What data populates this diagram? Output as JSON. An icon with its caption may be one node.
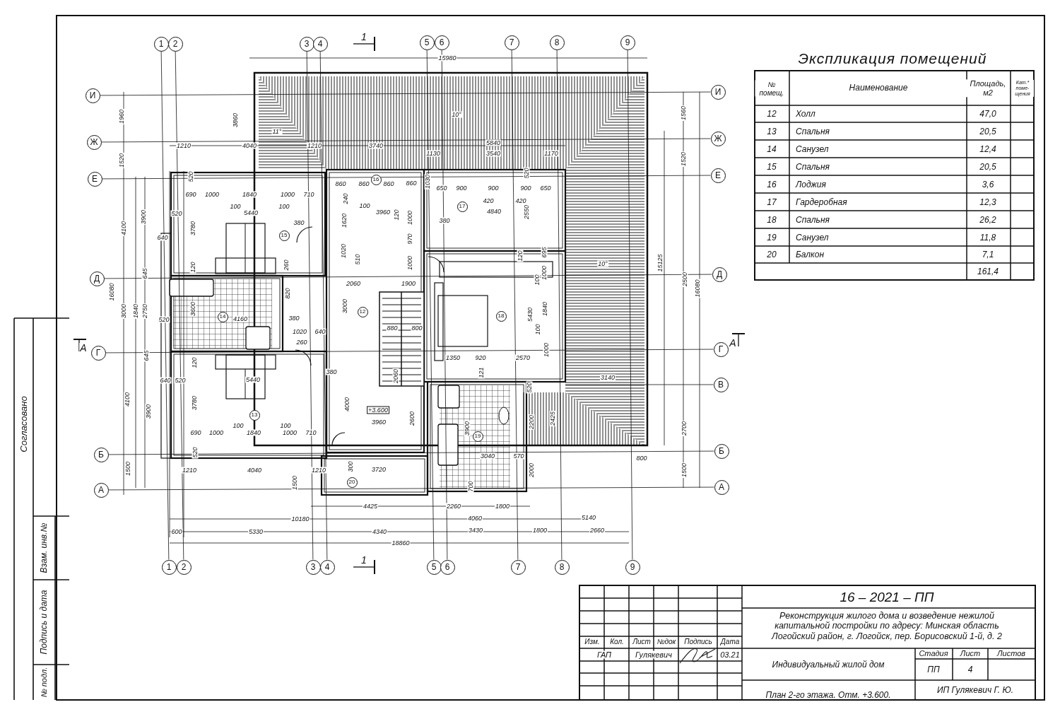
{
  "diagram": {
    "nodes": [
      {
        "text": [
          "1"
        ]
      },
      {
        "text": [
          "2"
        ]
      },
      {
        "text": [
          "3"
        ]
      },
      {
        "text": [
          "4"
        ]
      },
      {
        "text": [
          "5"
        ]
      },
      {
        "text": [
          "6"
        ]
      },
      {
        "text": [
          "7"
        ]
      },
      {
        "text": [
          "8"
        ]
      },
      {
        "text": [
          "9"
        ]
      },
      {
        "text": [
          "1"
        ]
      },
      {
        "text": [
          "2"
        ]
      },
      {
        "text": [
          "3"
        ]
      },
      {
        "text": [
          "4"
        ]
      },
      {
        "text": [
          "5"
        ]
      },
      {
        "text": [
          "6"
        ]
      },
      {
        "text": [
          "7"
        ]
      },
      {
        "text": [
          "8"
        ]
      },
      {
        "text": [
          "9"
        ]
      },
      {
        "text": [
          "И"
        ]
      },
      {
        "text": [
          "Ж"
        ]
      },
      {
        "text": [
          "Е"
        ]
      },
      {
        "text": [
          "Д"
        ]
      },
      {
        "text": [
          "Г"
        ]
      },
      {
        "text": [
          "Б"
        ]
      },
      {
        "text": [
          "А"
        ]
      },
      {
        "text": [
          "И"
        ]
      },
      {
        "text": [
          "Ж"
        ]
      },
      {
        "text": [
          "Е"
        ]
      },
      {
        "text": [
          "Д"
        ]
      },
      {
        "text": [
          "Г"
        ]
      },
      {
        "text": [
          "В"
        ]
      },
      {
        "text": [
          "Б"
        ]
      },
      {
        "text": [
          "А"
        ]
      },
      {
        "text": [
          "16"
        ]
      },
      {
        "text": [
          "17"
        ]
      },
      {
        "text": [
          "15"
        ]
      },
      {
        "text": [
          "12"
        ]
      },
      {
        "text": [
          "18"
        ]
      },
      {
        "text": [
          "14"
        ]
      },
      {
        "text": [
          "13"
        ]
      },
      {
        "text": [
          "19"
        ]
      },
      {
        "text": [
          "20"
        ]
      }
    ],
    "edges": [
      {
        "from": 0,
        "to": 9,
        "arrow": "none"
      },
      {
        "from": 1,
        "to": 10,
        "arrow": "none"
      },
      {
        "from": 2,
        "to": 11,
        "arrow": "none"
      },
      {
        "from": 3,
        "to": 12,
        "arrow": "none"
      },
      {
        "from": 4,
        "to": 13,
        "arrow": "none"
      },
      {
        "from": 5,
        "to": 14,
        "arrow": "none"
      },
      {
        "from": 6,
        "to": 15,
        "arrow": "none"
      },
      {
        "from": 7,
        "to": 16,
        "arrow": "none"
      },
      {
        "from": 8,
        "to": 17,
        "arrow": "none"
      },
      {
        "from": 18,
        "to": 25,
        "arrow": "none"
      },
      {
        "from": 19,
        "to": 26,
        "arrow": "none"
      },
      {
        "from": 20,
        "to": 27,
        "arrow": "none"
      },
      {
        "from": 21,
        "to": 28,
        "arrow": "none"
      },
      {
        "from": 22,
        "to": 29,
        "arrow": "none"
      },
      {
        "from": null,
        "to": 30,
        "arrow": "none"
      },
      {
        "from": 23,
        "to": 31,
        "arrow": "none"
      },
      {
        "from": 24,
        "to": 32,
        "arrow": "none"
      }
    ],
    "labels": [
      "1",
      "15980",
      "1960",
      "3860",
      "11°",
      "10°",
      "1560",
      "1210",
      "4040",
      "1210",
      "3740",
      "5840",
      "1130",
      "3540",
      "1170",
      "1520",
      "1520",
      "520",
      "1030",
      "520",
      "860",
      "860",
      "860",
      "860",
      "650",
      "900",
      "900",
      "900",
      "650",
      "690",
      "1000",
      "1840",
      "1000",
      "710",
      "240",
      "420",
      "420",
      "100",
      "100",
      "100",
      "520",
      "5440",
      "3960",
      "120",
      "4840",
      "2550",
      "1620",
      "1000",
      "380",
      "380",
      "4100",
      "3900",
      "3780",
      "640",
      "970",
      "1020",
      "510",
      "120",
      "695",
      "15125",
      "10°",
      "120",
      "260",
      "1000",
      "645",
      "1000",
      "100",
      "2500",
      "2060",
      "1900",
      "16080",
      "16080",
      "820",
      "3000",
      "1840",
      "2750",
      "520",
      "3600",
      "4160",
      "380",
      "3000",
      "5430",
      "1840",
      "1020",
      "640",
      "880",
      "800",
      "100",
      "А",
      "645",
      "120",
      "260",
      "1350",
      "920",
      "2570",
      "1000",
      "А",
      "640",
      "520",
      "5440",
      "380",
      "2060",
      "121",
      "3140",
      "520",
      "4100",
      "3900",
      "3780",
      "4000",
      "+3.600",
      "100",
      "100",
      "3960",
      "2600",
      "2200",
      "2425",
      "690",
      "1000",
      "1840",
      "1000",
      "710",
      "3900",
      "2700",
      "520",
      "3040",
      "570",
      "800",
      "1500",
      "1210",
      "4040",
      "1210",
      "300",
      "3720",
      "2000",
      "1500",
      "1500",
      "700",
      "4425",
      "2260",
      "1800",
      "10180",
      "4060",
      "5140",
      "600",
      "5330",
      "4340",
      "3430",
      "1800",
      "2660",
      "18860",
      "1",
      "Экспликация помещений",
      "№ помещ.",
      "Наименование",
      "Площадь, м2",
      "Кат.* поме- щения",
      "12",
      "Холл",
      "47,0",
      "13",
      "Спальня",
      "20,5",
      "14",
      "Санузел",
      "12,4",
      "15",
      "Спальня",
      "20,5",
      "16",
      "Лоджия",
      "3,6",
      "17",
      "Гардеробная",
      "12,3",
      "18",
      "Спальня",
      "26,2",
      "19",
      "Санузел",
      "11,8",
      "20",
      "Балкон",
      "7,1",
      "161,4",
      "16 – 2021 – ПП",
      "Реконструкция жилого дома и возведение нежилой капитальной постройки по адресу: Минская область Логойский район, г. Логойск, пер. Борисовский 1-й, д. 2",
      "Изм.",
      "Кол.",
      "Лист",
      "№док",
      "Подпись",
      "Дата",
      "ГАП",
      "Гулякевич",
      "03.21",
      "Индивидуальный жилой дом",
      "Стадия",
      "Лист",
      "Листов",
      "ПП",
      "4",
      "План 2-го этажа. Отм. +3.600.",
      "ИП Гулякевич Г. Ю.",
      "Согласовано",
      "Взам. инв.№",
      "Подпись и дата",
      "№ подл."
    ]
  }
}
